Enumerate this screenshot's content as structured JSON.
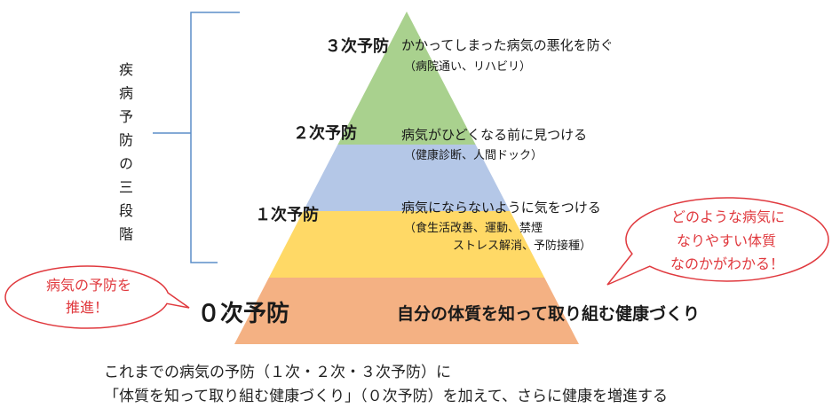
{
  "title_vertical": "疾病予防の三段階",
  "bracket": {
    "color": "#5b8ec8"
  },
  "pyramid": {
    "layers": [
      {
        "level": "３次予防",
        "description": "かかってしまった病気の悪化を防ぐ",
        "examples": [
          "（病院通い、リハビリ）"
        ],
        "color": "#a9d18e"
      },
      {
        "level": "２次予防",
        "description": "病気がひどくなる前に見つける",
        "examples": [
          "（健康診断、人間ドック）"
        ],
        "color": "#b4c7e7"
      },
      {
        "level": "１次予防",
        "description": "病気にならないように気をつける",
        "examples": [
          "（食生活改善、運動、禁煙",
          "ストレス解消、予防接種）"
        ],
        "color": "#ffd966"
      },
      {
        "level": "０次予防",
        "description": "自分の体質を知って取り組む健康づくり",
        "color": "#f4b183"
      }
    ]
  },
  "callouts": {
    "color": "#e0393e",
    "left": {
      "lines": [
        "病気の予防を",
        "推進！"
      ]
    },
    "right": {
      "lines": [
        "どのような病気に",
        "なりやすい体質",
        "なのかがわかる！"
      ]
    }
  },
  "footer": {
    "lines": [
      "これまでの病気の予防（１次・２次・３次予防）に",
      "「体質を知って取り組む健康づくり」（０次予防）を加えて、さらに健康を増進する"
    ]
  }
}
